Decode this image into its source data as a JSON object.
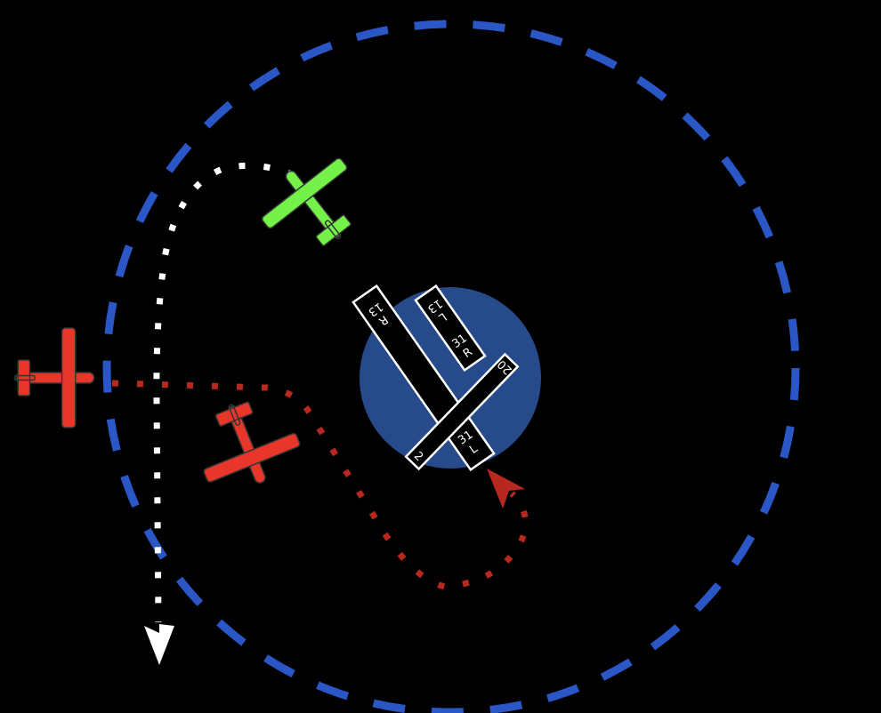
{
  "game": {
    "colors": {
      "background": "#000000",
      "boundary": "#2a56c6",
      "airport": "#264a8a",
      "plane_red": "#e8372a",
      "plane_green": "#74f24a",
      "path_white": "#ffffff",
      "path_red": "#b8281e"
    },
    "runways": [
      {
        "id": "13R-31L",
        "end_a": "13\nR",
        "end_a_num": "13",
        "end_a_side": "R",
        "end_b_num": "31",
        "end_b_side": "L"
      },
      {
        "id": "13L-31R",
        "end_a_num": "13",
        "end_a_side": "L",
        "end_b_num": "31",
        "end_b_side": "R"
      },
      {
        "id": "2-20",
        "end_a_num": "2",
        "end_b_num": "20"
      }
    ],
    "planes": [
      {
        "name": "red-plane-west",
        "color": "red",
        "heading_deg": 90
      },
      {
        "name": "red-plane-southwest",
        "color": "red",
        "heading_deg": 158
      },
      {
        "name": "green-plane-north",
        "color": "green",
        "heading_deg": -38
      }
    ]
  }
}
